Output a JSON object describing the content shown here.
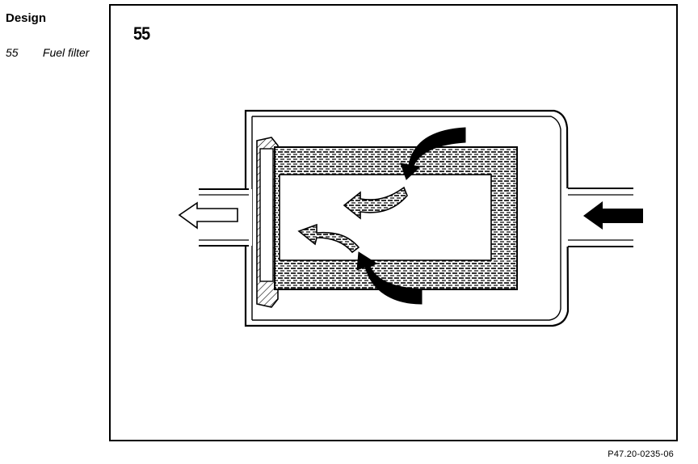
{
  "heading": "Design",
  "legend": [
    {
      "number": "55",
      "label": "Fuel filter"
    }
  ],
  "figure": {
    "number": "55",
    "reference": "P47.20-0235-06"
  }
}
